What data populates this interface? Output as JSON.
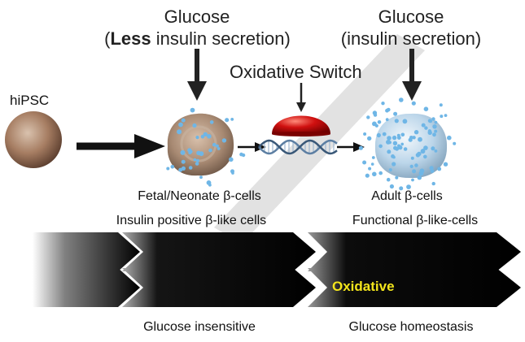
{
  "labels": {
    "glucose_left": "Glucose",
    "left_paren_open": "(",
    "left_less": "Less",
    "left_rest": " insulin secretion)",
    "glucose_right": "Glucose",
    "right_secretion": "(insulin secretion)",
    "oxidative_switch": "Oxidative Switch",
    "hipsc": "hiPSC",
    "fetal_cells": "Fetal/Neonate β-cells",
    "adult_cells": "Adult β-cells",
    "insulin_positive": "Insulin positive β-like cells",
    "functional": "Functional β-like-cells",
    "oxidative": "Oxidative",
    "glucose_insensitive": "Glucose insensitive",
    "glucose_homeostasis": "Glucose homeostasis"
  },
  "colors": {
    "oxidative_text": "#f3e51c",
    "switch_dome": "#d01010",
    "dots": "#6fb6e6",
    "hipsc_cell": "#a67d62",
    "adult_cell": "#bcd6ea",
    "band": "#e2e2e2"
  }
}
